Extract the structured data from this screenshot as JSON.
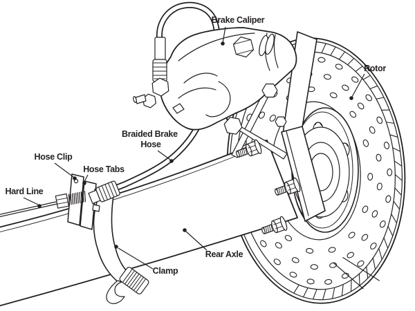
{
  "diagram": {
    "type": "technical-line-illustration",
    "subject": "Rear axle disc brake assembly with hose routing",
    "background_color": "#ffffff",
    "line_color": "#231f20",
    "labels": [
      {
        "id": "brake-caliper",
        "text": "Brake Caliper"
      },
      {
        "id": "rotor",
        "text": "Rotor"
      },
      {
        "id": "braided-brake-hose",
        "text": "Braided Brake Hose",
        "lines": [
          "Braided Brake",
          "Hose"
        ]
      },
      {
        "id": "hose-clip",
        "text": "Hose Clip"
      },
      {
        "id": "hose-tabs",
        "text": "Hose Tabs"
      },
      {
        "id": "hard-line",
        "text": "Hard Line"
      },
      {
        "id": "rear-axle",
        "text": "Rear Axle"
      },
      {
        "id": "clamp",
        "text": "Clamp"
      }
    ]
  }
}
